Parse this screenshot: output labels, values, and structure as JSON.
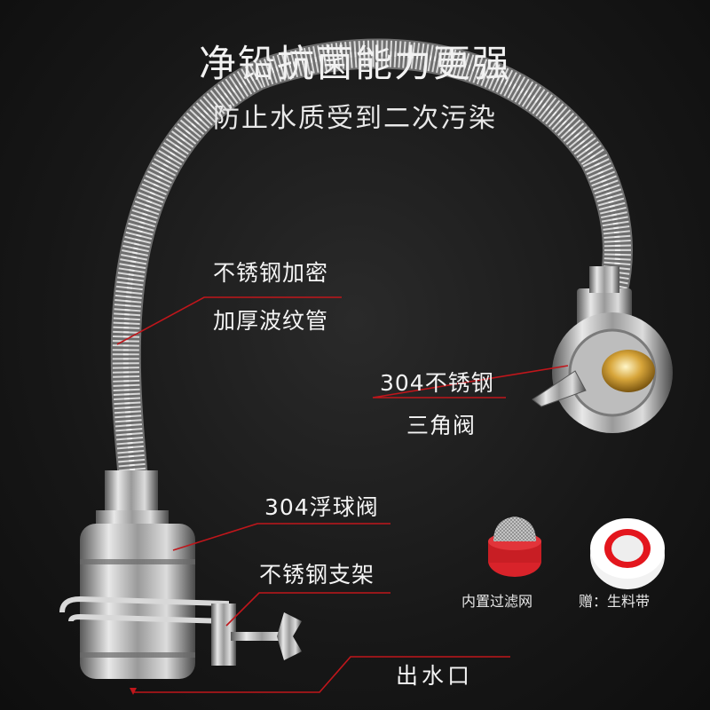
{
  "headline": {
    "title": "净铅抗菌能力更强",
    "subtitle": "防止水质受到二次污染"
  },
  "callouts": {
    "hose_line1": "不锈钢加密",
    "hose_line2": "加厚波纹管",
    "valve_line1": "304不锈钢",
    "valve_line2": "三角阀",
    "float_valve": "304浮球阀",
    "bracket": "不锈钢支架",
    "outlet": "出水口"
  },
  "accessories": {
    "filter_label": "内置过滤网",
    "tape_label": "赠：生料带"
  },
  "colors": {
    "leader_line": "#c0161b",
    "background": "#1a1a1a",
    "text": "#f0f0f0"
  }
}
